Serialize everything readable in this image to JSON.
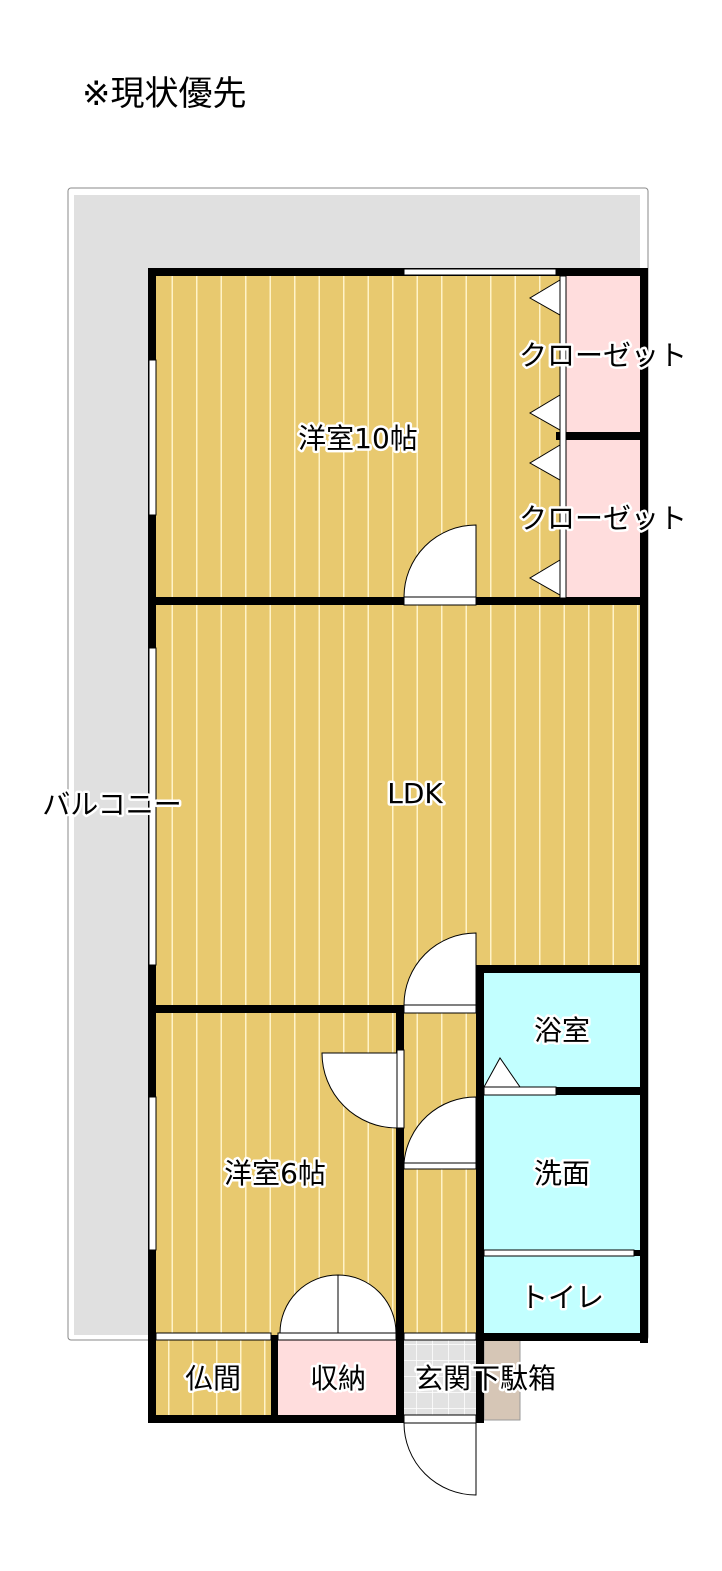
{
  "note": "※現状優先",
  "colors": {
    "floor": "#E8C96F",
    "closet": "#FFDDDD",
    "water": "#C2FFFF",
    "balcony": "#E0E0E0",
    "entrance": "#E2E2E2",
    "shoebox": "#D6C6B6",
    "wall": "#000000"
  },
  "rooms": {
    "western10": "洋室10帖",
    "closet1": "クローゼット",
    "closet2": "クローゼット",
    "ldk": "LDK",
    "balcony": "バルコニー",
    "bath": "浴室",
    "washroom": "洗面",
    "western6": "洋室6帖",
    "toilet": "トイレ",
    "butsuma": "仏間",
    "storage": "収納",
    "entrance": "玄関",
    "shoebox": "下駄箱"
  }
}
